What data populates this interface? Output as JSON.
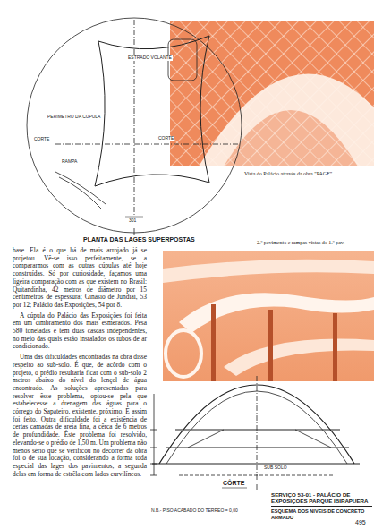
{
  "diagram": {
    "nodes": [
      {
        "text": [
          "SERVIÇO 53-01 - PALÁCIO DE EXPOSIÇÕES PARQUE IBIRAPUERA",
          "ESQUEMA DOS NIVEIS DE CONCRETO ARMADO"
        ]
      }
    ],
    "labels": [
      "PERIMETRO DA CUPULA",
      "CORTE",
      "CORTE",
      "RAMPA",
      "ESTRADO VOLANTE",
      "301",
      "PLANTA DAS LAGES SUPERPOSTAS",
      "Vista do Palácio através da obra \"PAGE\"",
      "2.º pavimento e rampas vistas do 1.º pav.",
      "base. Ela é o que há de mais arrojado já se projetou. Vê-se isso perfeitamente, se a compararmos com as outras cúpulas até hoje construídas. Só por curiosidade, façamos uma ligeira comparação com as que existem no Brasil: Quitandinha, 42 metros de diâmetro por 15 centímetros de espessura; Ginásio de Jundiaí, 53 por 12; Palácio das Exposições, 54 por 8.",
      "A cúpula do Palácio das Exposições foi feita em um cimbramento dos mais esmerados. Pesa 580 toneladas e tem duas cascas independentes, no meio das quais estão instalados os tubos de ar condicionado.",
      "Uma das dificuldades encontradas na obra disse respeito ao sub-solo. É que, de acôrdo com o projeto, o prédio resultaria ficar com o sub-solo 2 metros abaixo do nível do lençol de água encontrado. As soluções apresentadas para resolver êsse problema, optou-se pela que estabelecesse a drenagem das águas para o córrego do Sapateiro, existente, próximo. E assim foi feito. Outra dificuldade foi a existência de certas camadas de areia fina, a cêrca de 6 metros de profundidade. Êste problema foi resolvido, elevando-se o prédio de 1,50 m. Um problema não menos sério que se verificou no decorrer da obra foi o de sua locação, considerando a forma toda especial das lages dos pavimentos, a segunda delas em forma de estrêla com lados curvilíneos.",
      "CÔRTE",
      "SUB SOLO",
      "N.B.- PISO ACABADO DO TERREO = 0,00",
      "495"
    ]
  }
}
